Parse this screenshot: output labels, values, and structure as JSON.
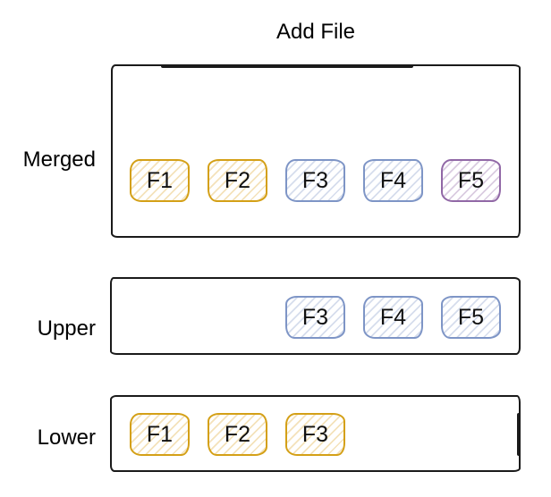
{
  "title": "Add File",
  "layers": [
    {
      "name": "Merged",
      "files": [
        {
          "label": "F1",
          "color": "gold"
        },
        {
          "label": "F2",
          "color": "gold"
        },
        {
          "label": "F3",
          "color": "blue"
        },
        {
          "label": "F4",
          "color": "blue"
        },
        {
          "label": "F5",
          "color": "purple"
        }
      ]
    },
    {
      "name": "Upper",
      "files": [
        {
          "label": "F3",
          "color": "blue"
        },
        {
          "label": "F4",
          "color": "blue"
        },
        {
          "label": "F5",
          "color": "blue"
        }
      ]
    },
    {
      "name": "Lower",
      "files": [
        {
          "label": "F1",
          "color": "gold"
        },
        {
          "label": "F2",
          "color": "gold"
        },
        {
          "label": "F3",
          "color": "gold"
        }
      ]
    }
  ],
  "colors": {
    "gold_border": "#D4A017",
    "blue_border": "#7E95C6",
    "purple_border": "#9168A6",
    "outline": "#1A1A1A",
    "text": "#000000",
    "background": "#FFFFFF"
  }
}
